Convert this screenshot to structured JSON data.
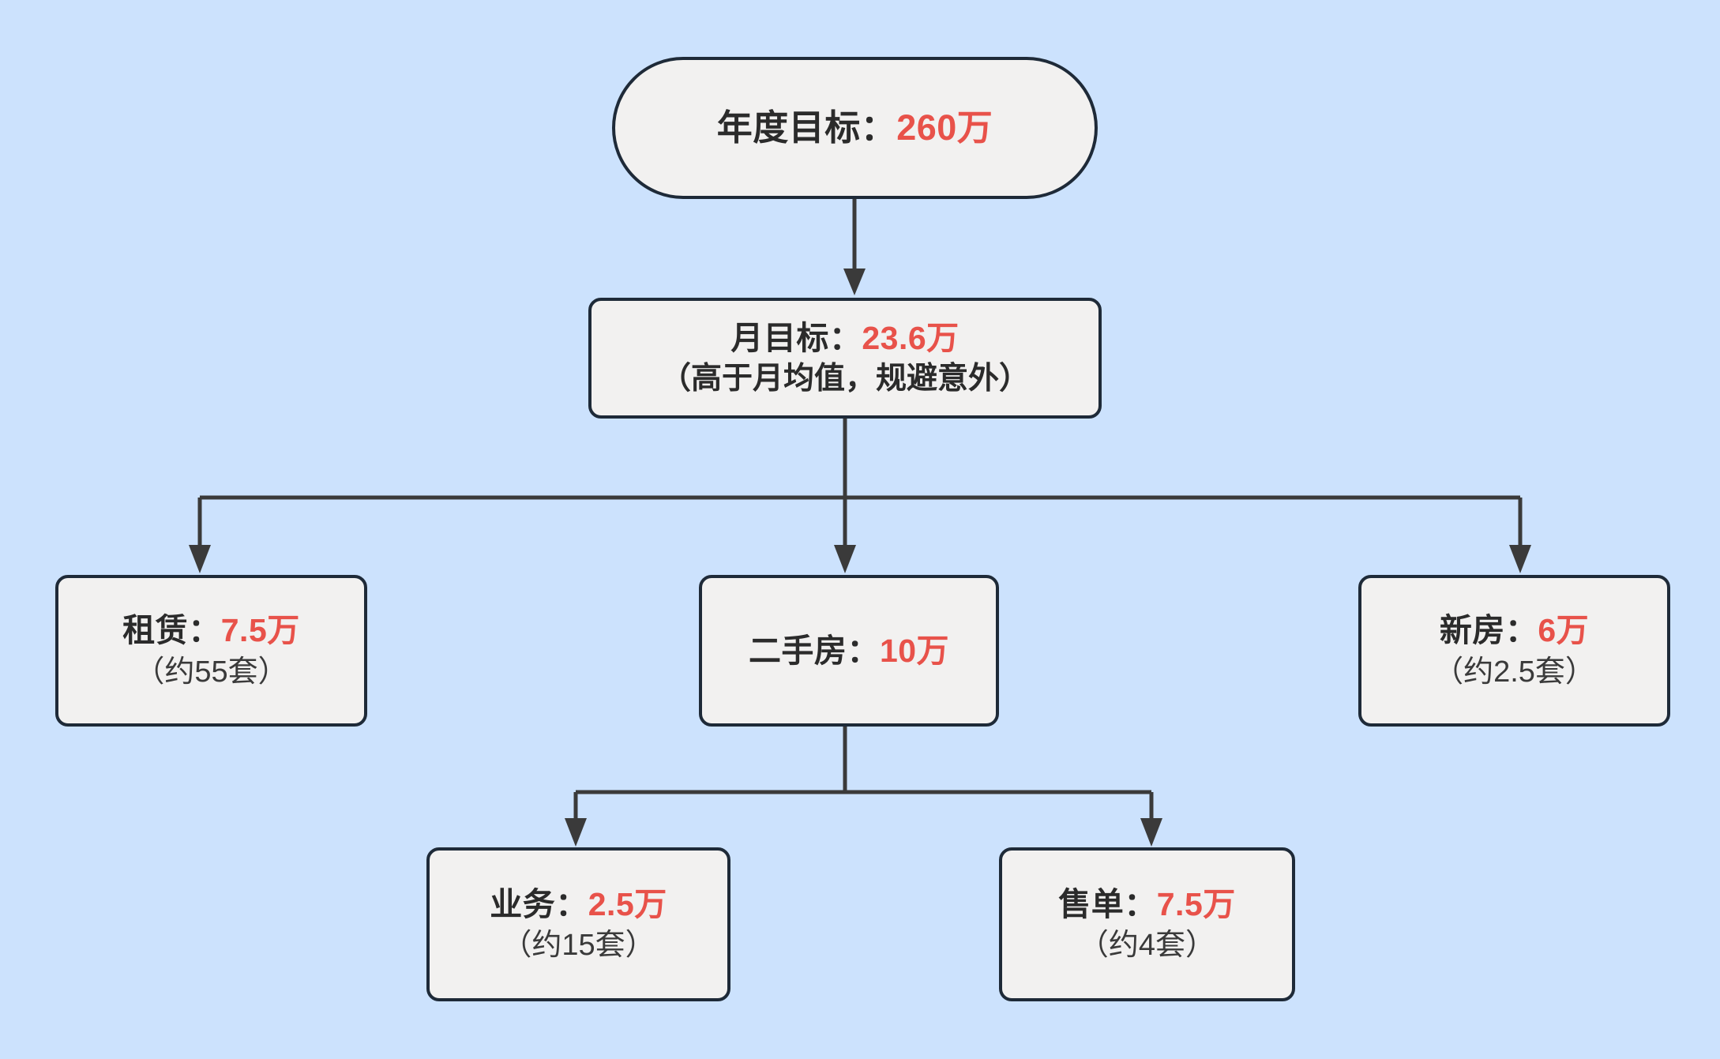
{
  "diagram": {
    "title_semantic": "sales-target-breakdown-flowchart",
    "background_color": "#cce2fd",
    "node_fill_color": "#f2f1f0",
    "node_border_color": "#1e2a38",
    "accent_color": "#e8524a"
  },
  "nodes": {
    "annual_goal": {
      "label": "年度目标：",
      "amount": "260万"
    },
    "monthly_goal": {
      "label": "月目标：",
      "amount": "23.6万",
      "note": "（高于月均值，规避意外）"
    },
    "rental": {
      "label": "租赁：",
      "amount": "7.5万",
      "note": "（约55套）"
    },
    "secondhand": {
      "label": "二手房：",
      "amount": "10万"
    },
    "newhouse": {
      "label": "新房：",
      "amount": "6万",
      "note": "（约2.5套）"
    },
    "business": {
      "label": "业务：",
      "amount": "2.5万",
      "note": "（约15套）"
    },
    "sales_order": {
      "label": "售单：",
      "amount": "7.5万",
      "note": "（约4套）"
    }
  }
}
